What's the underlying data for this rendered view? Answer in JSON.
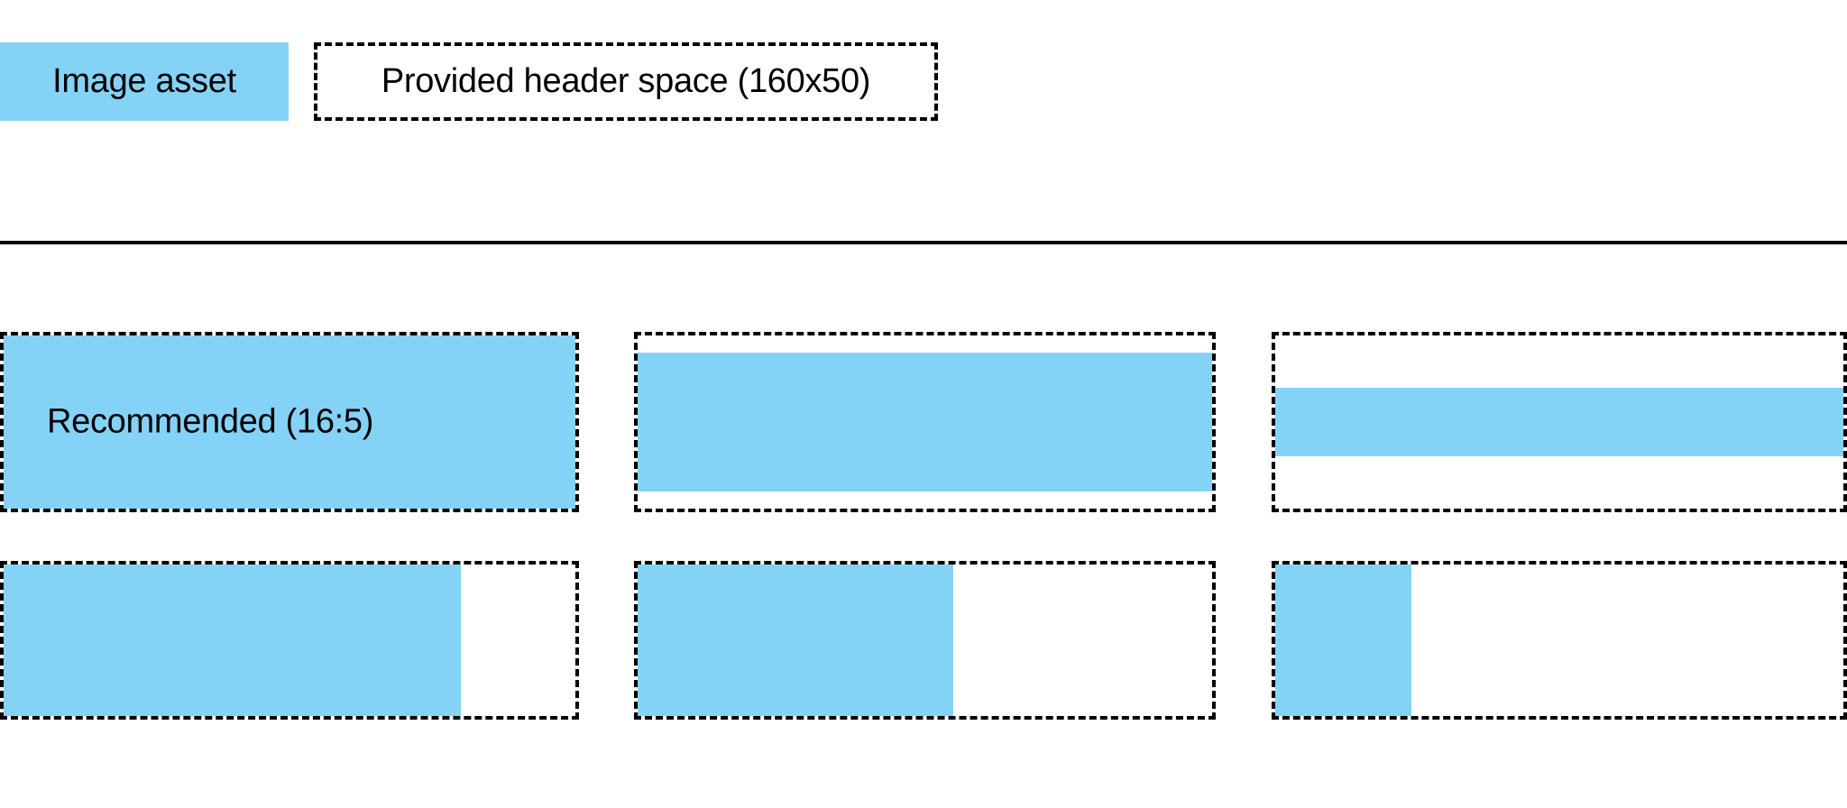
{
  "colors": {
    "asset_blue": "#85D2F7",
    "outline": "#000000",
    "background": "#FFFFFF"
  },
  "legend": {
    "swatch_label": "Image asset",
    "space_label": "Provided header space (160x50)"
  },
  "examples": {
    "recommended_label": "Recommended (16:5)",
    "rows": [
      {
        "name": "row-aspect-variants",
        "cells": [
          {
            "name": "cell-recommended",
            "label": "Recommended (16:5)",
            "fill": {
              "left_pct": 0,
              "top_pct": 0,
              "width_pct": 100,
              "height_pct": 100
            }
          },
          {
            "name": "cell-short-full-width",
            "label": "",
            "fill": {
              "left_pct": 0,
              "top_pct": 10,
              "width_pct": 100,
              "height_pct": 80
            }
          },
          {
            "name": "cell-thin-band",
            "label": "",
            "fill": {
              "left_pct": 0,
              "top_pct": 30,
              "width_pct": 100,
              "height_pct": 40
            }
          }
        ]
      },
      {
        "name": "row-width-variants",
        "cells": [
          {
            "name": "cell-wide-fill",
            "label": "",
            "fill": {
              "left_pct": 0,
              "top_pct": 0,
              "width_pct": 80,
              "height_pct": 100
            }
          },
          {
            "name": "cell-medium-fill",
            "label": "",
            "fill": {
              "left_pct": 0,
              "top_pct": 0,
              "width_pct": 55,
              "height_pct": 100
            }
          },
          {
            "name": "cell-narrow-fill",
            "label": "",
            "fill": {
              "left_pct": 0,
              "top_pct": 0,
              "width_pct": 24,
              "height_pct": 100
            }
          }
        ]
      }
    ]
  }
}
